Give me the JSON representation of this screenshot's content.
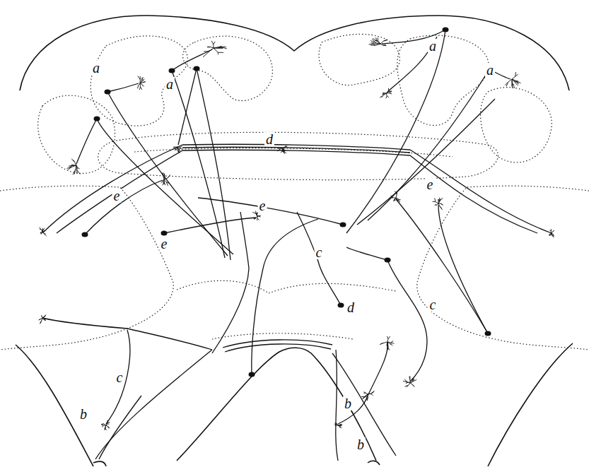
{
  "diagram": {
    "labels": [
      "a",
      "a",
      "a",
      "a",
      "d",
      "e",
      "e",
      "e",
      "e",
      "c",
      "c",
      "d",
      "c",
      "b",
      "b",
      "b"
    ]
  }
}
